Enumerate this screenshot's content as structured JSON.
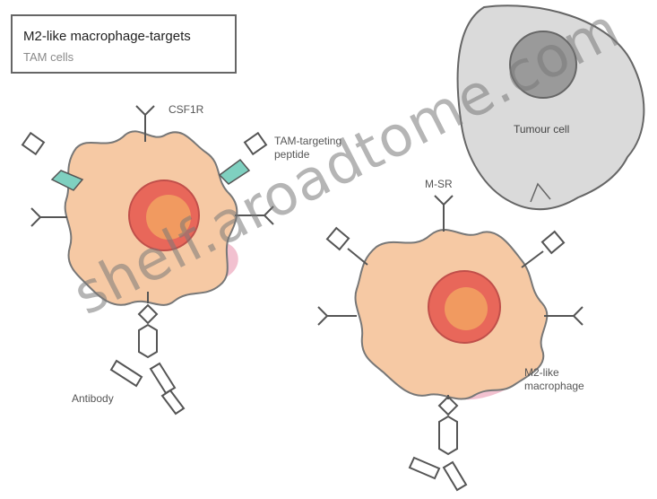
{
  "legend": {
    "title": "M2-like macrophage-targets",
    "subtitle": "TAM cells"
  },
  "labels": {
    "receptor_top_left": "CSF1R",
    "targeting_peptide": "TAM-targeting\npeptide",
    "tumour_cell": "Tumour cell",
    "receptor_right_cell": "M-SR",
    "macrophage_right": "M2-like\nmacrophage",
    "antibody_left": "Antibody"
  },
  "watermark": "shelf.aroadtome.com",
  "colors": {
    "cell_fill": "#f6c9a4",
    "cell_outline": "#777777",
    "nucleus_outer": "#e8675a",
    "nucleus_inner": "#f2a060",
    "pink_region": "#f0b6c8",
    "tumour_fill": "#dadada",
    "tumour_nucleus": "#9a9a9a",
    "teal": "#7fd0c0"
  }
}
